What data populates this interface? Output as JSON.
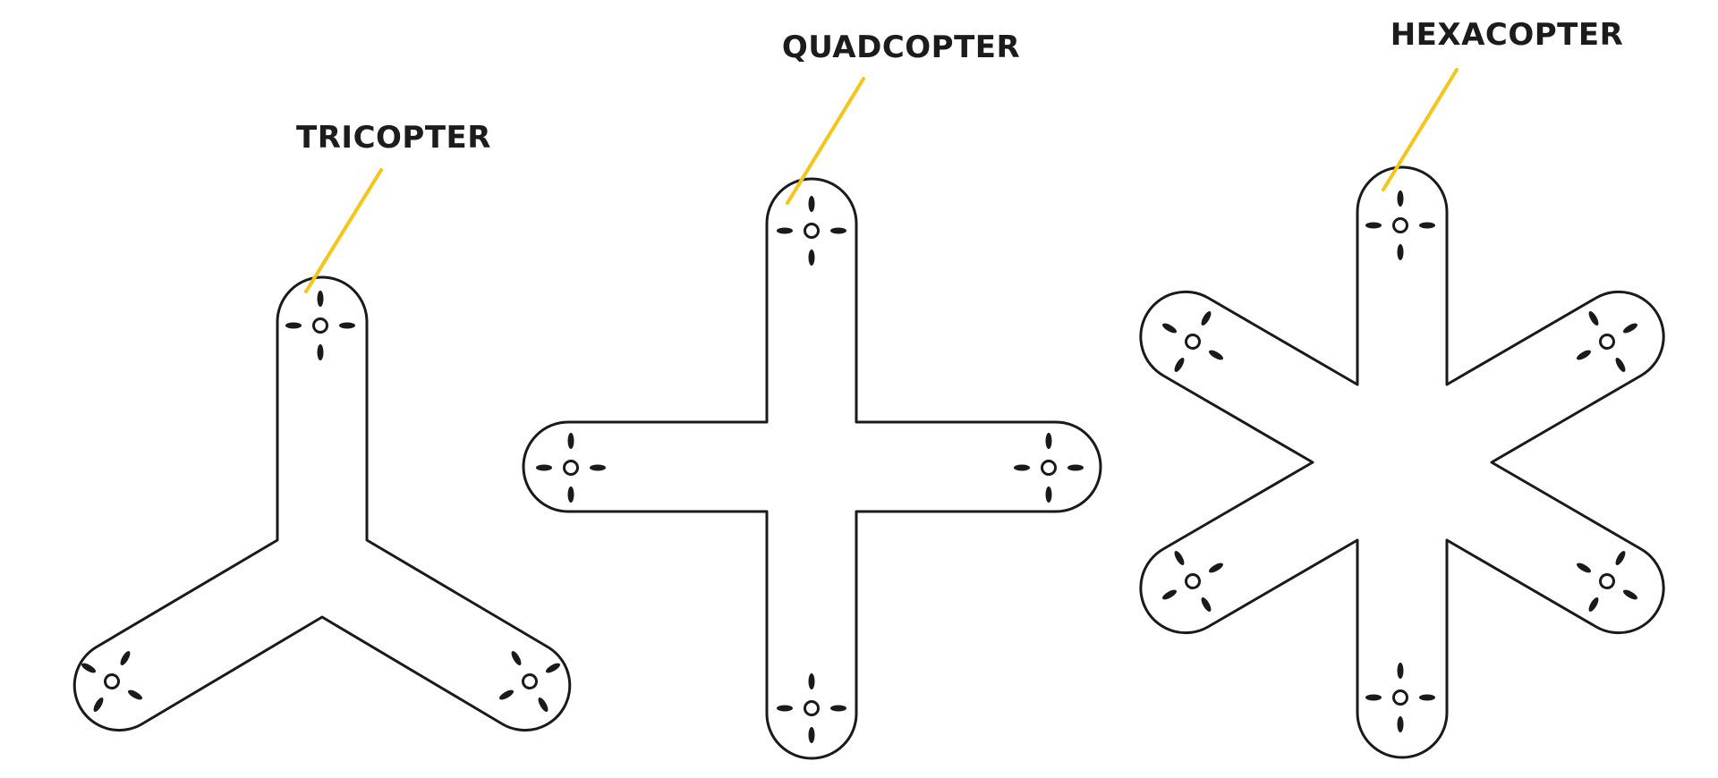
{
  "diagram": {
    "colors": {
      "outline": "#1a1a1a",
      "leader": "#f5c518",
      "fill": "#ffffff",
      "text": "#1c1c1c"
    },
    "frames": [
      {
        "id": "tricopter",
        "label": "TRICOPTER",
        "arm_count": 3,
        "motor_count": 3,
        "icon": "propeller-icon"
      },
      {
        "id": "quadcopter",
        "label": "QUADCOPTER",
        "arm_count": 4,
        "motor_count": 4,
        "icon": "propeller-icon"
      },
      {
        "id": "hexacopter",
        "label": "HEXACOPTER",
        "arm_count": 6,
        "motor_count": 6,
        "icon": "propeller-icon"
      }
    ]
  }
}
